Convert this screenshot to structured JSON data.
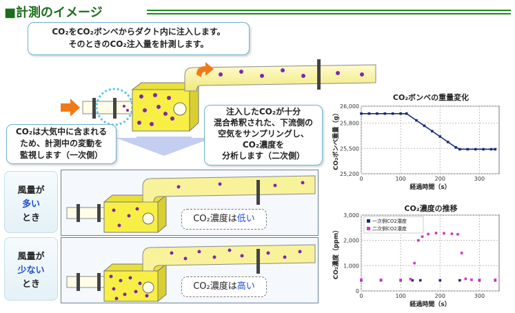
{
  "page_title": "■計測のイメージ",
  "top_callout": {
    "line1": "CO₂をCO₂ボンベからダクト内に注入します。",
    "line2": "そのときのCO₂注入量を計測します。"
  },
  "left_callout": {
    "line1": "CO₂は大気中に含まれる",
    "line2": "ため、計測中の変動を",
    "line3": "監視します（一次側）"
  },
  "right_callout": {
    "line1": "注入したCO₂が十分",
    "line2": "混合希釈された、下流側の",
    "line3": "空気をサンプリングし、",
    "line4": "CO₂濃度を",
    "line5": "分析します（二次側）"
  },
  "case_high": {
    "label_line1": "風量が",
    "label_line2": "多い",
    "label_line3": "とき",
    "result_prefix": "CO₂濃度は",
    "result_value": "低い"
  },
  "case_low": {
    "label_line1": "風量が",
    "label_line2": "少ない",
    "label_line3": "とき",
    "result_prefix": "CO₂濃度は",
    "result_value": "高い"
  },
  "colors": {
    "title_green": "#1a6d1a",
    "duct_yellow": "#f6f07a",
    "particle_purple": "#7a2aa8",
    "arrow_orange": "#f07a1a",
    "highlight_blue": "#1d4fd6",
    "series_navy": "#1b2a7a",
    "series_magenta": "#d633c6"
  },
  "chart_data": [
    {
      "type": "line",
      "title": "CO₂ボンベの重量変化",
      "xlabel": "経過時間（s）",
      "ylabel": "CO₂ボンベ重量（g）",
      "xlim": [
        0,
        350
      ],
      "ylim": [
        25200,
        26000
      ],
      "xticks": [
        0,
        100,
        200,
        300
      ],
      "yticks": [
        25200,
        25500,
        25800,
        26000
      ],
      "grid": true,
      "series": [
        {
          "x": [
            0,
            20,
            40,
            60,
            80,
            100,
            115,
            140,
            160,
            180,
            200,
            220,
            240,
            250,
            270,
            290,
            310,
            330,
            340
          ],
          "values": [
            25912,
            25912,
            25912,
            25912,
            25912,
            25912,
            25912,
            25832,
            25768,
            25704,
            25640,
            25576,
            25512,
            25490,
            25490,
            25490,
            25490,
            25490,
            25490
          ]
        }
      ]
    },
    {
      "type": "scatter",
      "title": "CO₂濃度の推移",
      "xlabel": "経過時間（s）",
      "ylabel": "CO₂濃度（ppm）",
      "xlim": [
        0,
        350
      ],
      "ylim": [
        0,
        3000
      ],
      "xticks": [
        0,
        100,
        200,
        300
      ],
      "yticks": [
        0,
        1000,
        2000,
        3000
      ],
      "yticklabels": [
        "0",
        "1,000",
        "2,000",
        "3,000"
      ],
      "grid": true,
      "legend_position": "top-left",
      "series": [
        {
          "name": "一次側CO2濃度",
          "x": [
            0,
            50,
            100,
            130,
            150,
            200,
            250,
            300,
            340
          ],
          "values": [
            420,
            420,
            420,
            420,
            420,
            420,
            420,
            420,
            420
          ]
        },
        {
          "name": "二次側CO2濃度",
          "x": [
            0,
            50,
            100,
            125,
            135,
            145,
            155,
            170,
            190,
            210,
            230,
            245,
            255,
            265,
            280,
            300,
            340
          ],
          "values": [
            440,
            440,
            440,
            470,
            1100,
            2000,
            2150,
            2250,
            2290,
            2280,
            2260,
            2240,
            1500,
            480,
            440,
            440,
            440
          ]
        }
      ]
    }
  ]
}
